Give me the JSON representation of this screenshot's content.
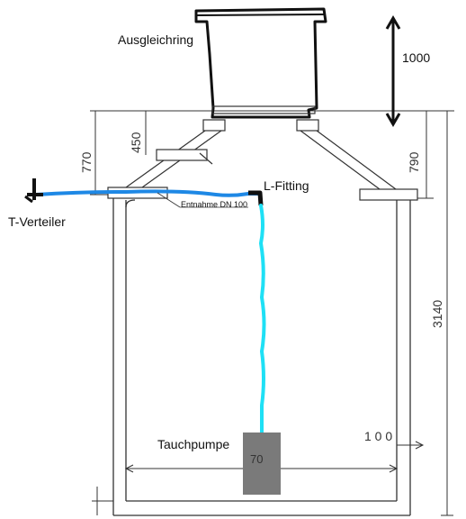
{
  "labels": {
    "ausgleichring": "Ausgleichring",
    "l_fitting": "L-Fitting",
    "t_verteiler": "T-Verteiler",
    "entnahme": "Entnahme DN 100",
    "tauchpumpe": "Tauchpumpe",
    "pump_overlay": "70"
  },
  "dimensions": {
    "d1000": "1000",
    "d450": "450",
    "d770": "770",
    "d790": "790",
    "d3140": "3140",
    "d100": "1 0 0"
  },
  "colors": {
    "blue_pipe": "#1e88e5",
    "cyan_hose": "#1ee0f5",
    "pump": "#7a7a7a",
    "black": "#111111"
  }
}
